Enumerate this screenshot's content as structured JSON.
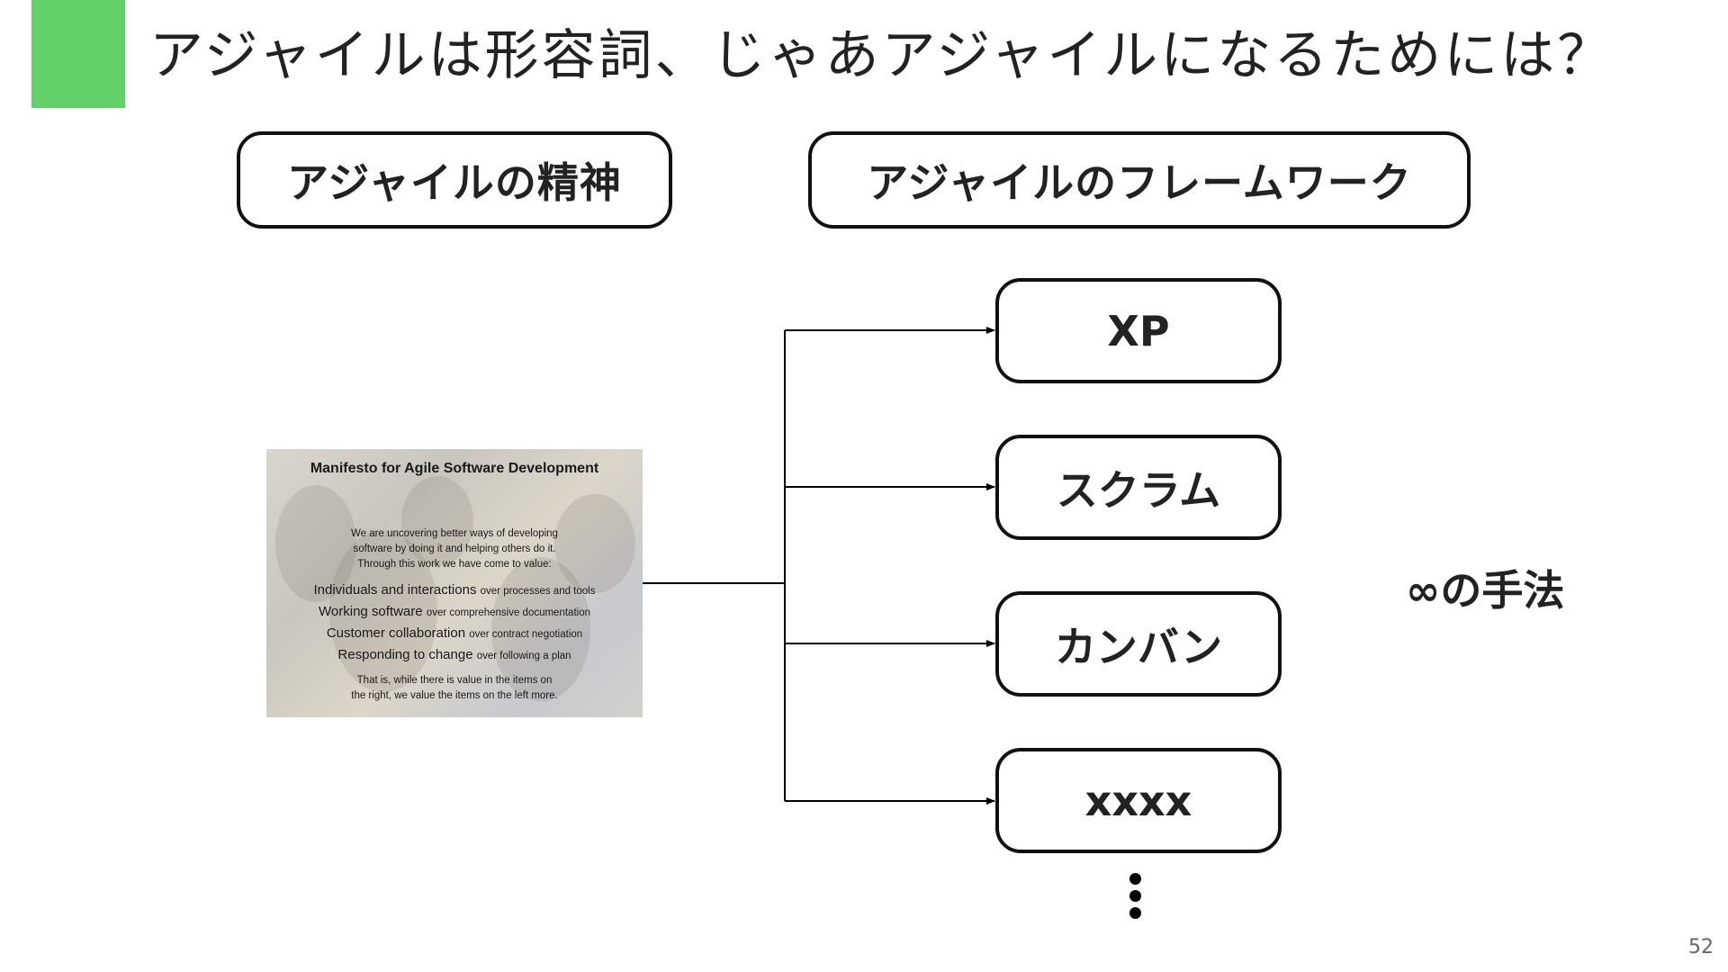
{
  "slide": {
    "title": "アジャイルは形容詞、じゃあアジャイルになるためには？",
    "page_number": "52",
    "accent_color": "#63d06a"
  },
  "headers": {
    "spirit": "アジャイルの精神",
    "framework": "アジャイルのフレームワーク"
  },
  "manifesto": {
    "title": "Manifesto for Agile Software Development",
    "intro": [
      "We are uncovering better ways of developing",
      "software by doing it and helping others do it.",
      "Through this work we have come to value:"
    ],
    "values": [
      {
        "main": "Individuals and interactions",
        "over": "over processes and tools"
      },
      {
        "main": "Working software",
        "over": "over comprehensive documentation"
      },
      {
        "main": "Customer collaboration",
        "over": "over contract negotiation"
      },
      {
        "main": "Responding to change",
        "over": "over following a plan"
      }
    ],
    "closing": [
      "That is, while there is value in the items on",
      "the right, we value the items on the left more."
    ]
  },
  "methods": [
    {
      "label": "XP"
    },
    {
      "label": "スクラム"
    },
    {
      "label": "カンバン"
    },
    {
      "label": "xxxx"
    }
  ],
  "infinity_label": "∞の手法"
}
